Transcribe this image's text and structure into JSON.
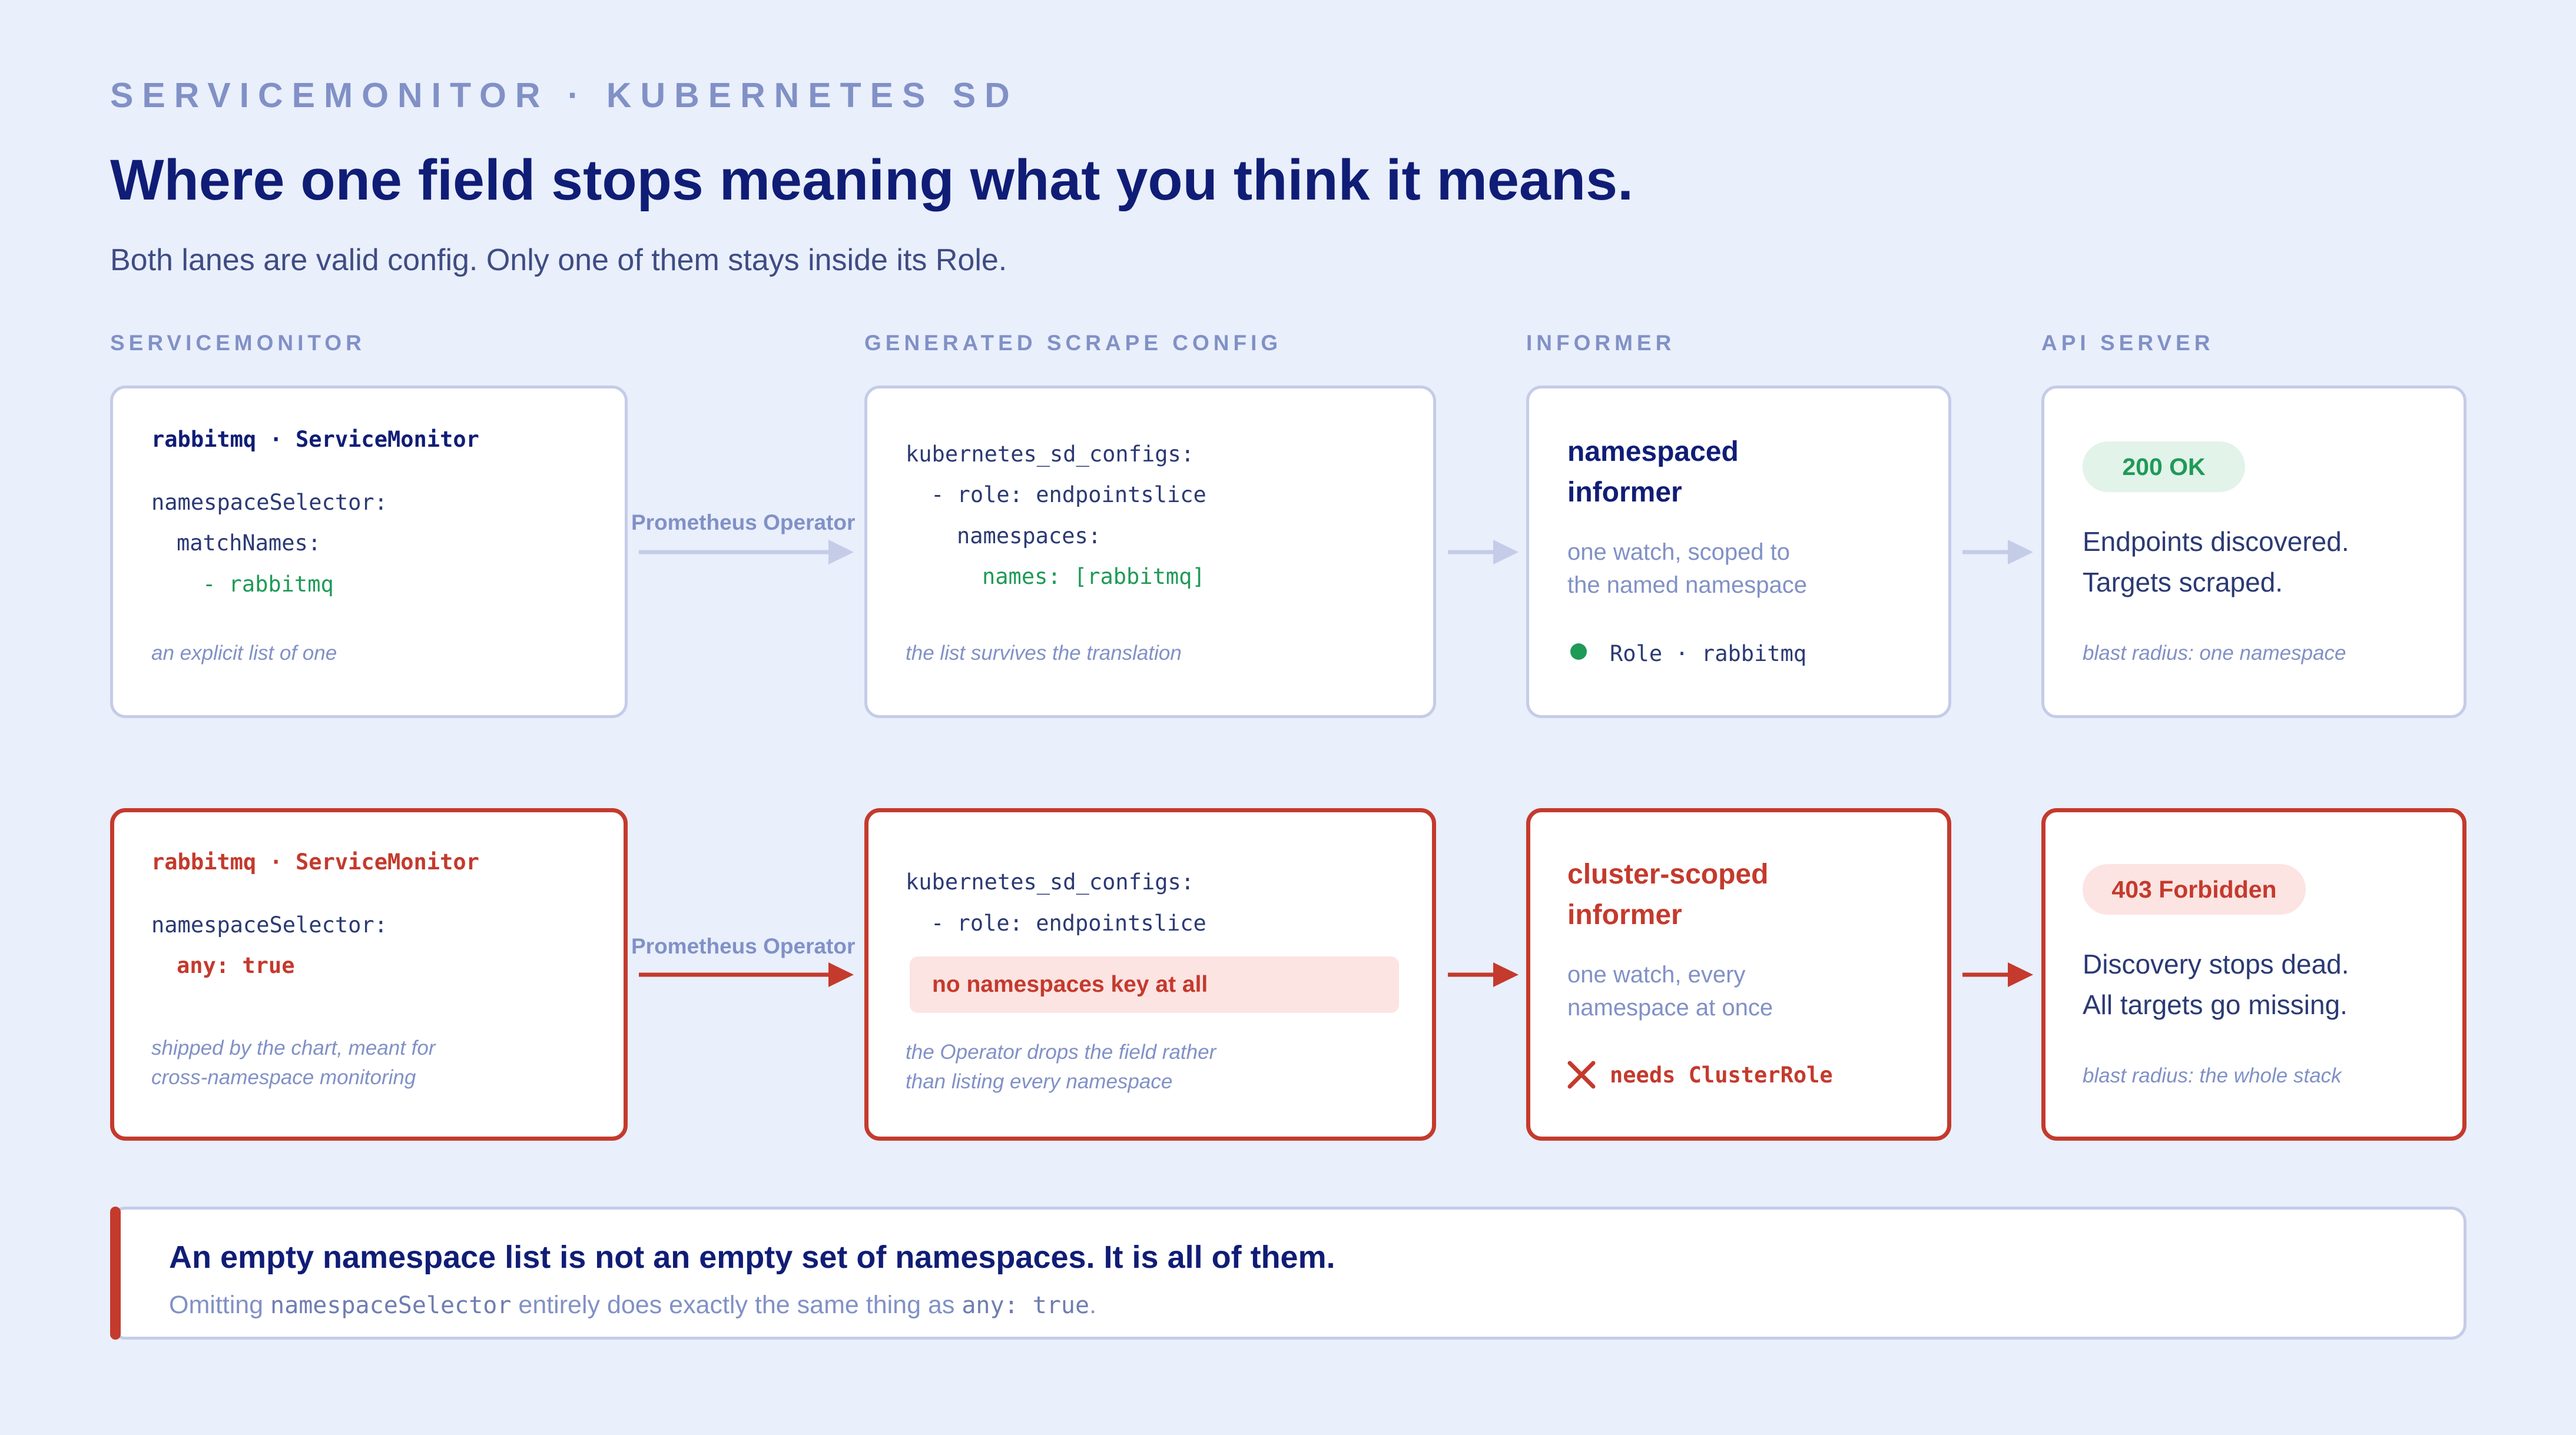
{
  "eyebrow": "SERVICEMONITOR · KUBERNETES SD",
  "title": "Where one field stops meaning what you think it means.",
  "subtitle": "Both lanes are valid config. Only one of them stays inside its Role.",
  "columns": [
    "SERVICEMONITOR",
    "GENERATED SCRAPE CONFIG",
    "INFORMER",
    "API SERVER"
  ],
  "arrow_label": "Prometheus Operator",
  "colors": {
    "navy": "#101d76",
    "muted": "#8191c6",
    "green": "#1f9a57",
    "red": "#c43a2d",
    "background": "#e9effb"
  },
  "lane_ok": {
    "servicemonitor": {
      "header": "rabbitmq · ServiceMonitor",
      "line1": "namespaceSelector:",
      "line2": "matchNames:",
      "line3": "- rabbitmq",
      "note": "an explicit list of one"
    },
    "scrape_config": {
      "line1": "kubernetes_sd_configs:",
      "line2": "- role: endpointslice",
      "line3": "namespaces:",
      "line4": "names: [rabbitmq]",
      "note": "the list survives the translation"
    },
    "informer": {
      "title1": "namespaced",
      "title2": "informer",
      "desc1": "one watch, scoped to",
      "desc2": "the named namespace",
      "status_icon": "green-dot-icon",
      "status": "Role · rabbitmq"
    },
    "api_server": {
      "badge": "200 OK",
      "line1": "Endpoints discovered.",
      "line2": "Targets scraped.",
      "note": "blast radius: one namespace"
    }
  },
  "lane_bad": {
    "servicemonitor": {
      "header": "rabbitmq · ServiceMonitor",
      "line1": "namespaceSelector:",
      "line2": "any: true",
      "note1": "shipped by the chart, meant for",
      "note2": "cross-namespace monitoring"
    },
    "scrape_config": {
      "line1": "kubernetes_sd_configs:",
      "line2": "- role: endpointslice",
      "warning": "no namespaces key at all",
      "note1": "the Operator drops the field rather",
      "note2": "than listing every namespace"
    },
    "informer": {
      "title1": "cluster-scoped",
      "title2": "informer",
      "desc1": "one watch, every",
      "desc2": "namespace at once",
      "status_icon": "red-x-icon",
      "status": "needs ClusterRole"
    },
    "api_server": {
      "badge": "403 Forbidden",
      "line1": "Discovery stops dead.",
      "line2": "All targets go missing.",
      "note": "blast radius: the whole stack"
    }
  },
  "callout": {
    "headline": "An empty namespace list is not an empty set of namespaces. It is all of them.",
    "body_pre": "Omitting ",
    "body_code1": "namespaceSelector",
    "body_mid": " entirely does exactly the same thing as ",
    "body_code2": "any: true",
    "body_post": "."
  }
}
